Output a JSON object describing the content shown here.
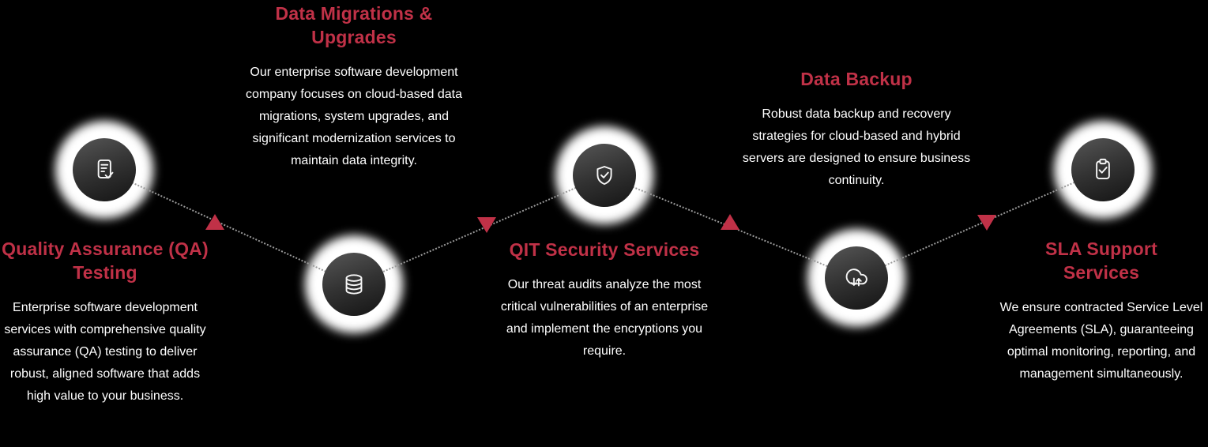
{
  "theme": {
    "background": "#000000",
    "accent": "#C03147",
    "text": "#FFFFFF",
    "connector": "#9A9A9A"
  },
  "items": [
    {
      "id": "qa-testing",
      "title": "Quality Assurance (QA) Testing",
      "body": "Enterprise software development services with comprehensive quality assurance (QA) testing to deliver robust, aligned software that adds high value to your business.",
      "icon": "document-check-icon"
    },
    {
      "id": "data-migrations",
      "title": "Data Migrations & Upgrades",
      "body": "Our enterprise software development company focuses on cloud-based data migrations, system upgrades, and significant modernization services to maintain data integrity.",
      "icon": "database-icon"
    },
    {
      "id": "security-services",
      "title": "QIT Security Services",
      "body": "Our threat audits analyze the most critical vulnerabilities of an enterprise and implement the encryptions you require.",
      "icon": "shield-check-icon"
    },
    {
      "id": "data-backup",
      "title": "Data Backup",
      "body": "Robust data backup and recovery strategies for cloud-based and hybrid servers are designed to ensure business continuity.",
      "icon": "cloud-sync-icon"
    },
    {
      "id": "sla-support",
      "title": "SLA Support Services",
      "body": "We ensure contracted Service Level Agreements (SLA), guaranteeing optimal monitoring, reporting, and management simultaneously.",
      "icon": "clipboard-check-icon"
    }
  ],
  "connectors": {
    "style": "dotted",
    "arrows": [
      "up",
      "down",
      "up",
      "down"
    ]
  }
}
